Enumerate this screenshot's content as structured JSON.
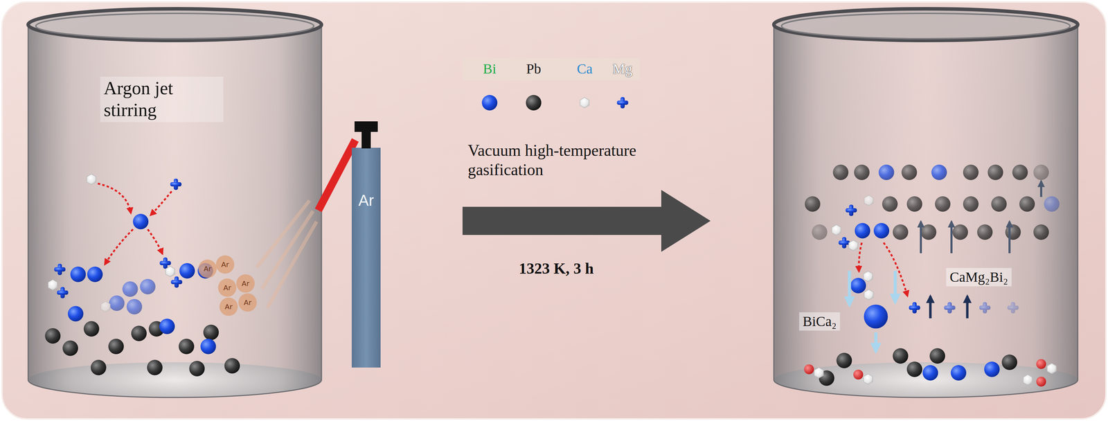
{
  "diagram": {
    "nodes": [
      {
        "text": [
          "Ar"
        ]
      },
      {
        "text": [
          "Ar"
        ]
      },
      {
        "text": [
          "Ar"
        ]
      },
      {
        "text": [
          "Ar"
        ]
      },
      {
        "text": [
          "Ar"
        ]
      },
      {
        "text": [
          "Ar"
        ]
      },
      {
        "text": [
          "Ar"
        ]
      }
    ],
    "labels": [
      "Argon jet stirring",
      "Vacuum high-temperature gasification",
      "1323 K, 3 h",
      "CaMg₂Bi₂",
      "BiCa₂"
    ],
    "legend": [
      {
        "text": "Bi"
      },
      {
        "text": "Pb"
      },
      {
        "text": "Ca"
      },
      {
        "text": "Mg"
      }
    ]
  }
}
